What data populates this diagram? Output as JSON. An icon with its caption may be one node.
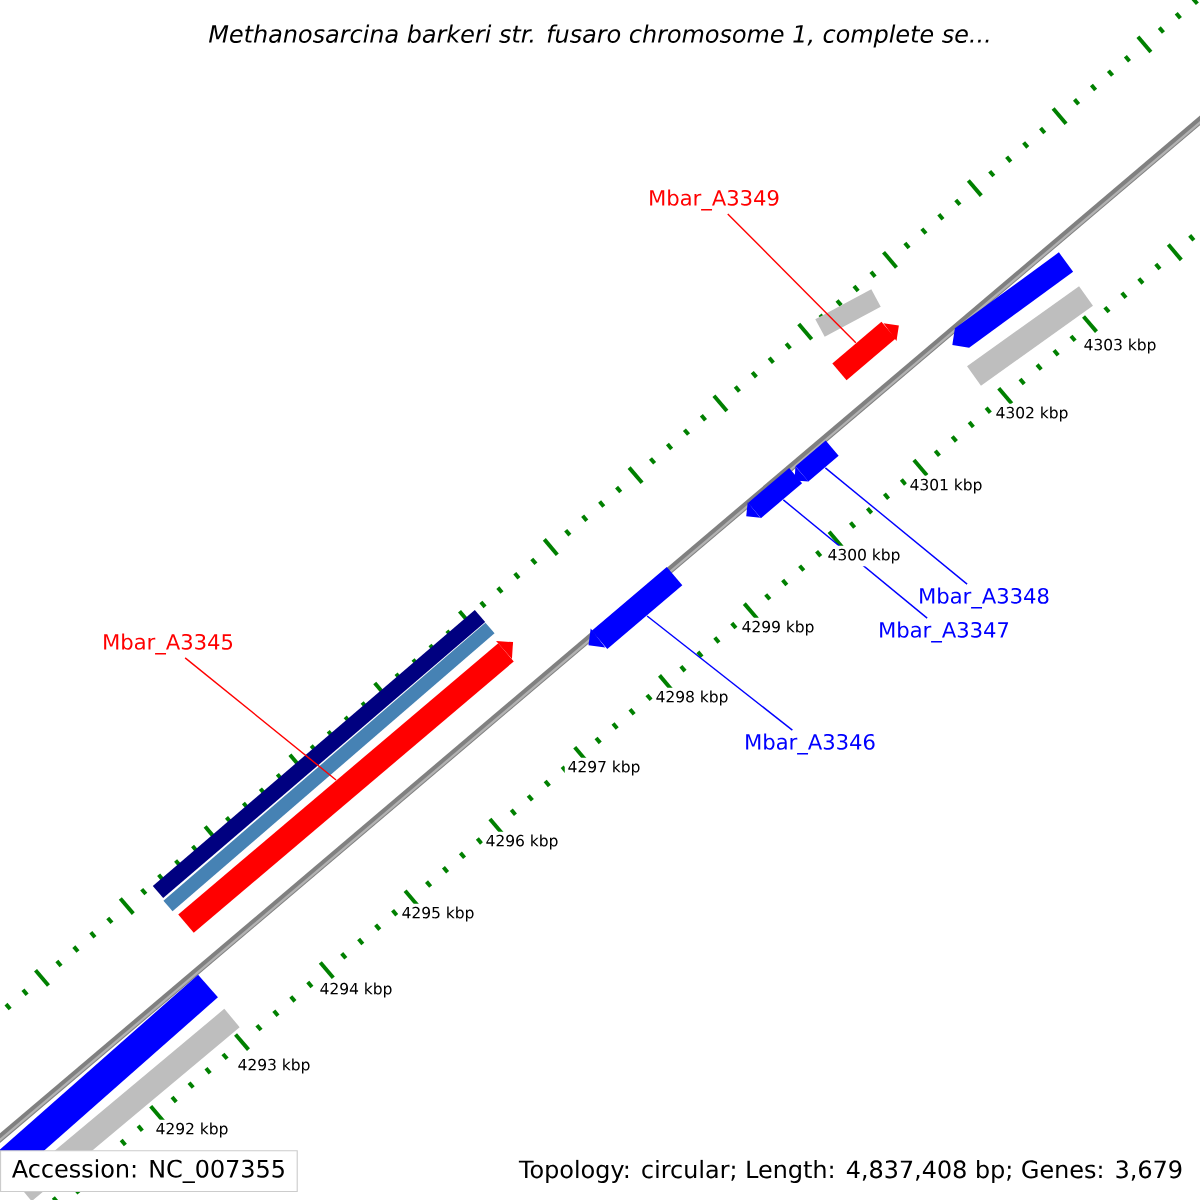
{
  "diagram": {
    "title": "Methanosarcina barkeri str. fusaro chromosome 1, complete se...",
    "nodes": [
      {
        "text": [
          "Mbar_A3349"
        ]
      },
      {
        "text": [],
        "shape": "bar"
      },
      {
        "text": [
          "Mbar_A3345"
        ]
      },
      {
        "text": [],
        "shape": "bar"
      },
      {
        "text": [
          "Mbar_A3348"
        ]
      },
      {
        "text": [],
        "shape": "bar"
      },
      {
        "text": [
          "Mbar_A3347"
        ]
      },
      {
        "text": [],
        "shape": "bar"
      },
      {
        "text": [
          "Mbar_A3346"
        ]
      },
      {
        "text": [],
        "shape": "bar"
      }
    ],
    "edges": [
      {
        "from": 0,
        "to": 1,
        "arrow": "none",
        "color": "#ff0000"
      },
      {
        "from": 2,
        "to": 3,
        "arrow": "none",
        "color": "#ff0000"
      },
      {
        "from": 4,
        "to": 5,
        "arrow": "none"
      },
      {
        "from": 6,
        "to": 7,
        "arrow": "none"
      },
      {
        "from": 8,
        "to": 9,
        "arrow": "none"
      }
    ],
    "labels": [
      "4303 kbp",
      "4302 kbp",
      "4301 kbp",
      "4300 kbp",
      "4299 kbp",
      "4298 kbp",
      "4297 kbp",
      "4296 kbp",
      "4295 kbp",
      "4294 kbp",
      "4293 kbp",
      "4292 kbp",
      "Accession: NC_007355",
      "Topology: circular; Length: 4,837,408 bp; Genes: 3,679"
    ]
  }
}
